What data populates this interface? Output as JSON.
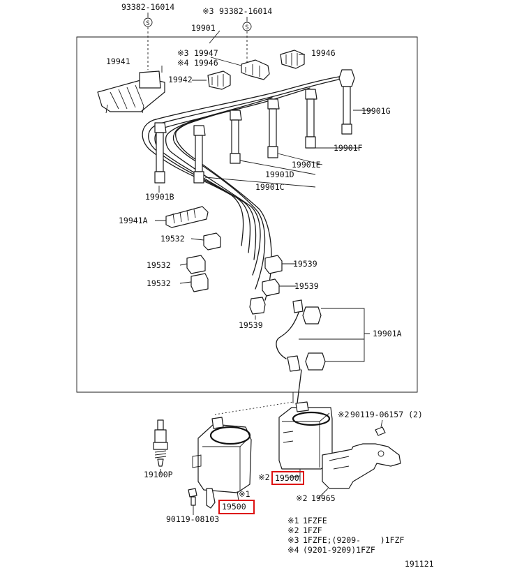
{
  "callouts": {
    "bolt_top_left": "93382-16014",
    "bolt_top_right": "93382-16014",
    "bolt_top_right_note": "※3",
    "main_cord": "19901",
    "clamp_a_note": "※3",
    "clamp_a": "19947",
    "clamp_b_note": "※4",
    "clamp_b": "19946",
    "clamp_c": "19946",
    "separator_left": "19941",
    "separator_small": "19942",
    "cord_g": "19901G",
    "cord_f": "19901F",
    "cord_e": "19901E",
    "cord_d": "19901D",
    "cord_c": "19901C",
    "cord_b": "19901B",
    "separator_a": "19941A",
    "cover_1": "19532",
    "cover_2": "19532",
    "cover_3": "19532",
    "cover_4": "19539",
    "cover_5": "19539",
    "cover_6": "19539",
    "cord_a": "19901A",
    "bolt_right_note": "※2",
    "bolt_right": "90119-06157 (2)",
    "spark_plug": "19100P",
    "coil_right_note": "※2",
    "coil_right": "19500",
    "coil_left_note": "※1",
    "coil_left": "19500",
    "bracket_note": "※2",
    "bracket": "19965",
    "bolt_bottom": "90119-08103",
    "bolt_symbol": "S"
  },
  "legend": [
    {
      "mark": "※1",
      "text": "1FZFE"
    },
    {
      "mark": "※2",
      "text": "1FZF"
    },
    {
      "mark": "※3",
      "text": "1FZFE;(9209-    )1FZF"
    },
    {
      "mark": "※4",
      "text": "(9201-9209)1FZF"
    }
  ],
  "diagram_id": "191121",
  "colors": {
    "highlight": "#d11111",
    "line": "#1a1a1a"
  }
}
